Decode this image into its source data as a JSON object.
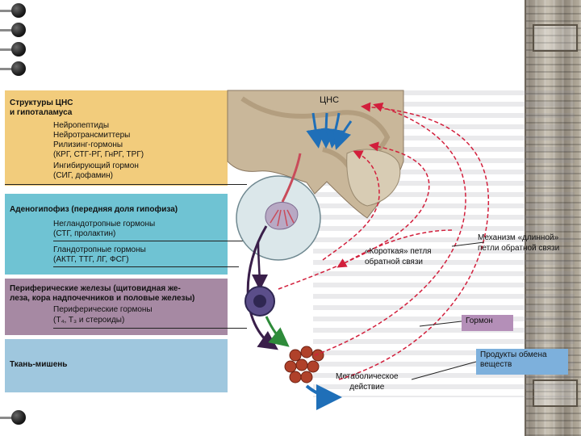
{
  "panels": {
    "cns": {
      "title": "Структуры ЦНС\nи гипоталамуса",
      "lines": [
        "Нейропептиды",
        "Нейротрансмиттеры",
        "Рилизинг-гормоны",
        "(КРГ, СТГ-РГ, ГнРГ, ТРГ)",
        "Ингибирующий гормон",
        "(СИГ, дофамин)"
      ],
      "color": "#f2cc7c"
    },
    "adeno": {
      "title": "Аденогипофиз (передняя доля гипофиза)",
      "sub1": [
        "Негландотропные гормоны",
        "(СТГ, пролактин)"
      ],
      "sub2": [
        "Гландотропные гормоны",
        "(АКТГ, ТТГ, ЛГ, ФСГ)"
      ],
      "color": "#6fc3d3"
    },
    "periph": {
      "title": "Периферические железы (щитовидная же-\nлеза, кора надпочечников и половые железы)",
      "lines": [
        "Периферические гормоны",
        "(T₄, T₃ и стероиды)"
      ],
      "color": "#a689a3"
    },
    "target": {
      "title": "Ткань-мишень",
      "color": "#9fc7de"
    }
  },
  "labels": {
    "cns": "ЦНС",
    "short_loop": "«Короткая» петля\nобратной связи",
    "long_loop": "Механизм «длинной»\nпетли обратной связи",
    "hormone": "Гормон",
    "products": "Продукты обмена\nвеществ",
    "metabolic": "Метаболическое\nдействие"
  },
  "colors": {
    "feedback": "#d21f3c",
    "axon": "#1f6fb8",
    "hormone_box": "#b48fb8",
    "products_box": "#7db0dc",
    "brain": "#c9b79a",
    "cell": "#4a3f7a",
    "target_cells": "#b0412a"
  }
}
